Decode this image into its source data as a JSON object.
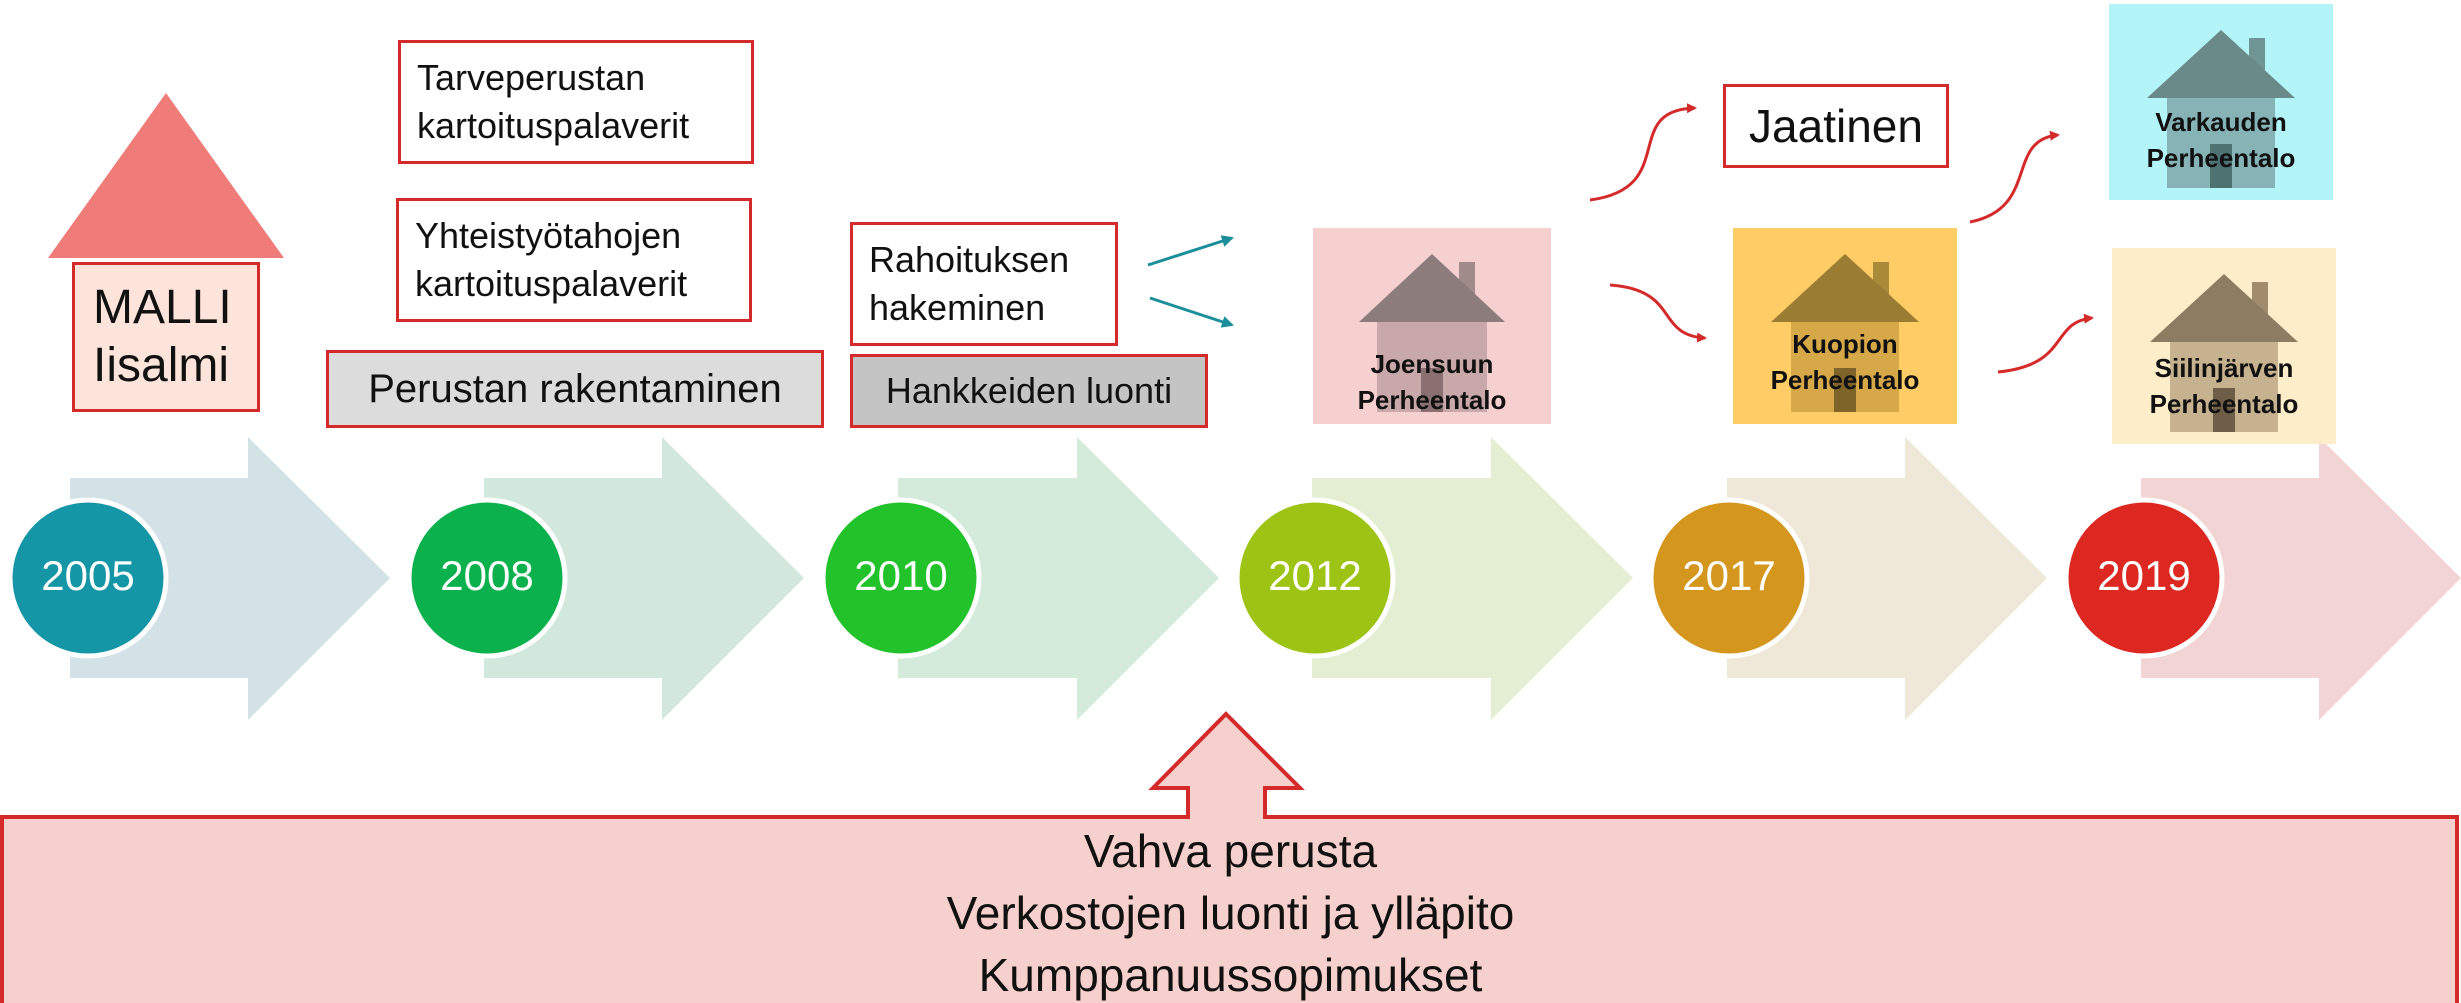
{
  "model_box": {
    "line1": "MALLI",
    "line2": "Iisalmi"
  },
  "years": [
    "2005",
    "2008",
    "2010",
    "2012",
    "2017",
    "2019"
  ],
  "year_colors": [
    "#1596a6",
    "#0bb14d",
    "#22c32a",
    "#9dc314",
    "#d4961c",
    "#dc2820"
  ],
  "arrow_colors": [
    "#d2e2e6",
    "#d2e8dc",
    "#d4eada",
    "#e3eed2",
    "#efe8d8",
    "#f3d4d4"
  ],
  "notes": {
    "tarveperustan": {
      "line1": "Tarveperustan",
      "line2": "kartoituspalaverit"
    },
    "yhteistyo": {
      "line1": "Yhteistyötahojen",
      "line2": "kartoituspalaverit"
    },
    "perustan": "Perustan rakentaminen",
    "rahoitus": {
      "line1": "Rahoituksen",
      "line2": "hakeminen"
    },
    "hankkeet": "Hankkeiden luonti",
    "jaatinen": "Jaatinen"
  },
  "houses": {
    "joensuu": {
      "line1": "Joensuun",
      "line2": "Perheentalo",
      "bg": "#f6cfcf"
    },
    "kuopio": {
      "line1": "Kuopion",
      "line2": "Perheentalo",
      "bg": "#ffcc66"
    },
    "varkaus": {
      "line1": "Varkauden",
      "line2": "Perheentalo",
      "bg": "#b3f4f8"
    },
    "siilinjarvi": {
      "line1": "Siilinjärven",
      "line2": "Perheentalo",
      "bg": "#fdedc8"
    }
  },
  "bottom": {
    "line1": "Vahva perusta",
    "line2": "Verkostojen luonti ja ylläpito",
    "line3": "Kumppanuussopimukset"
  }
}
